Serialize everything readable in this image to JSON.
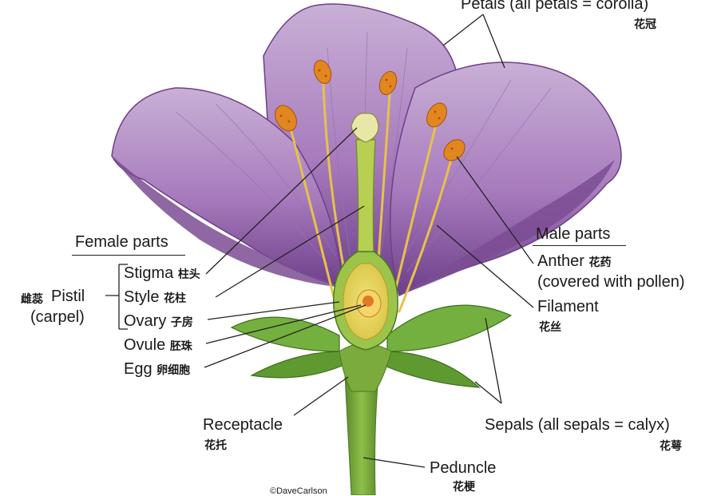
{
  "headers": {
    "female": "Female parts",
    "male": "Male parts"
  },
  "labels": {
    "petals": {
      "en": "Petals (all petals = corolla)",
      "zh": "花冠"
    },
    "pistil": {
      "zh": "雌蕊",
      "en": "Pistil",
      "sub": "(carpel)"
    },
    "stigma": {
      "en": "Stigma",
      "zh": "柱头"
    },
    "style": {
      "en": "Style",
      "zh": "花柱"
    },
    "ovary": {
      "en": "Ovary",
      "zh": "子房"
    },
    "ovule": {
      "en": "Ovule",
      "zh": "胚珠"
    },
    "egg": {
      "en": "Egg",
      "zh": "卵细胞"
    },
    "anther": {
      "en": "Anther",
      "zh": "花药",
      "sub": "(covered with pollen)"
    },
    "filament": {
      "en": "Filament",
      "zh": "花丝"
    },
    "sepals": {
      "en": "Sepals (all sepals = calyx)",
      "zh": "花萼"
    },
    "receptacle": {
      "en": "Receptacle",
      "zh": "花托"
    },
    "peduncle": {
      "en": "Peduncle",
      "zh": "花梗"
    }
  },
  "credit": "©DaveCarlson",
  "colors": {
    "petal": "#b592c4",
    "petal_dark": "#7b4c93",
    "sepal": "#6aa83a",
    "stem": "#7bab3c",
    "pistil": "#b7cf52",
    "anther": "#e2861f",
    "filament": "#e6c24a"
  }
}
